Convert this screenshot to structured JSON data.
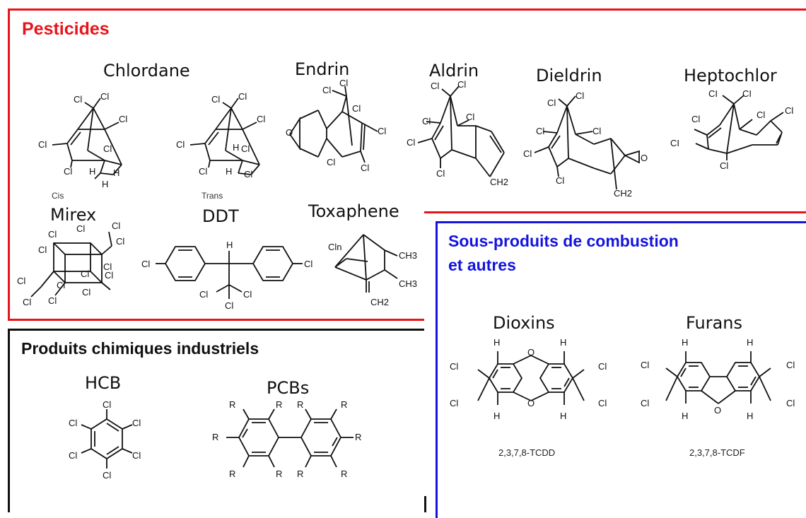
{
  "panels": {
    "pesticides": {
      "title": "Pesticides",
      "color": "#e8141b"
    },
    "industrial": {
      "title": "Produits chimiques industriels",
      "color": "#111111"
    },
    "combustion": {
      "title_line1": "Sous-produits de combustion",
      "title_line2": "et autres",
      "color": "#1414e0"
    }
  },
  "compounds": {
    "chlordane": "Chlordane",
    "endrin": "Endrin",
    "aldrin": "Aldrin",
    "dieldrin": "Dieldrin",
    "heptochlor": "Heptochlor",
    "mirex": "Mirex",
    "ddt": "DDT",
    "toxaphene": "Toxaphene",
    "hcb": "HCB",
    "pcbs": "PCBs",
    "dioxins": "Dioxins",
    "furans": "Furans"
  },
  "isomer_labels": {
    "cis": "Cis",
    "trans": "Trans"
  },
  "codes": {
    "dioxin": "2,3,7,8-TCDD",
    "furan": "2,3,7,8-TCDF"
  },
  "atoms": {
    "cl": "Cl",
    "cl_caps": "CI",
    "h": "H",
    "o": "O",
    "r": "R",
    "ch2": "CH2",
    "ch3": "CH3"
  }
}
